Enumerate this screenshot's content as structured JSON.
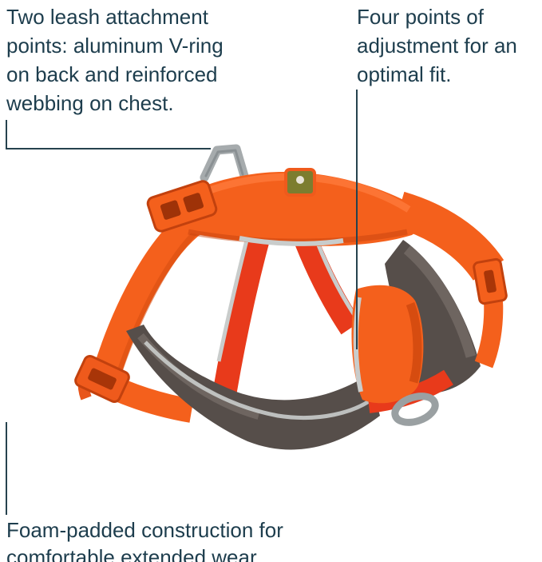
{
  "page": {
    "background": "#ffffff"
  },
  "callouts": {
    "top_left": {
      "lines": [
        "Two leash attachment",
        "points: aluminum V-ring",
        "on back and reinforced",
        "webbing on chest."
      ]
    },
    "top_right": {
      "lines": [
        "Four points of",
        "adjustment for an",
        "optimal fit."
      ]
    },
    "bottom_left": {
      "lines": [
        "Foam-padded construction for",
        "comfortable extended wear."
      ]
    }
  },
  "illustration": {
    "description": "Orange dog harness with gray foam padding, aluminum V-ring on back, brand tag, side buckle pouch and adjustment buckles",
    "colors": {
      "text": "#1d3d4d",
      "leader_line": "#26424e",
      "harness_orange": "#f4601c",
      "harness_orange_shadow": "#d64c10",
      "chest_strap_red": "#e83a1b",
      "foam_pad_gray": "#564e4a",
      "foam_pad_highlight": "#6e6560",
      "reflective_trim": "#c9cccb",
      "metal_gray": "#a6abad",
      "brand_tag_olive": "#7c7d2f"
    }
  }
}
